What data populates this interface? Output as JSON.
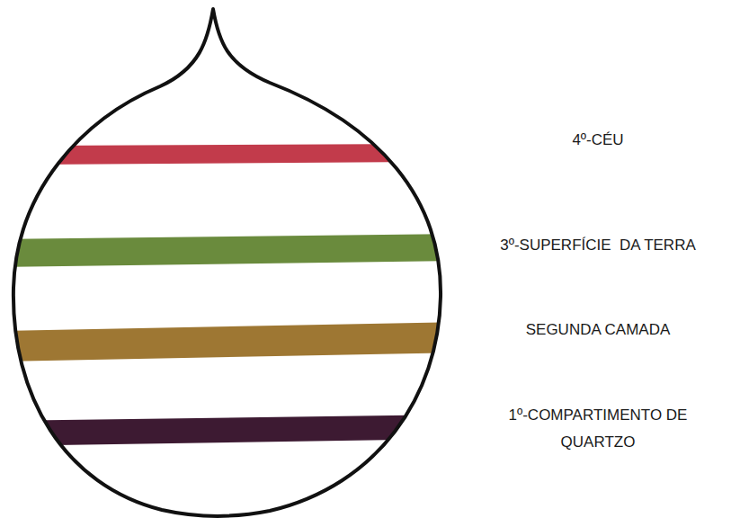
{
  "diagram": {
    "labels": [
      "4º-CÉU",
      "3º-SUPERFÍCIE  DA TERRA",
      "SEGUNDA CAMADA",
      "1º-COMPARTIMENTO DE QUARTZO"
    ]
  }
}
